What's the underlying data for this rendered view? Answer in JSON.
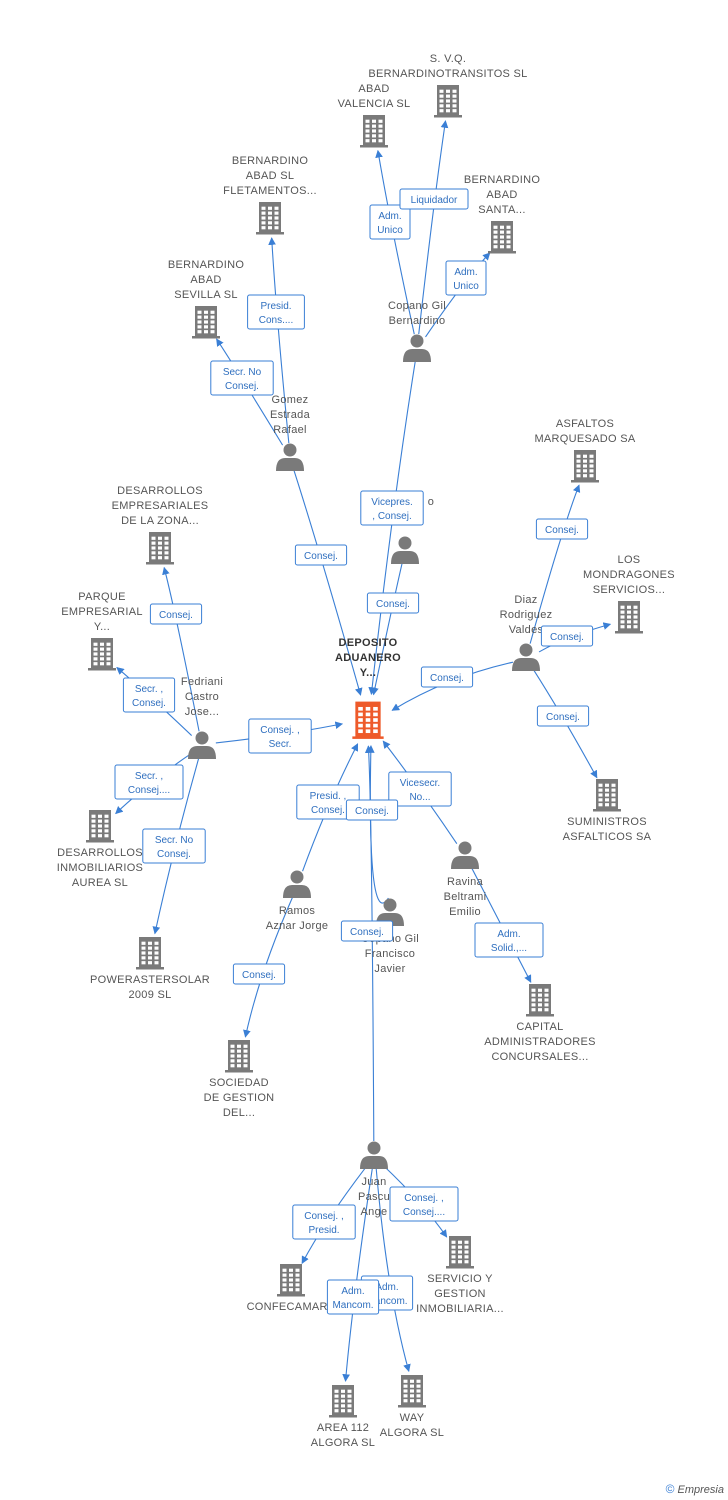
{
  "colors": {
    "edge": "#3a7fd5",
    "node": "#7a7a7a",
    "central": "#ee5a2a"
  },
  "nodes": [
    {
      "id": "central",
      "type": "company",
      "central": true,
      "label": [
        "DEPOSITO",
        "ADUANERO",
        "Y..."
      ]
    },
    {
      "id": "svq",
      "type": "company",
      "label": [
        "S. V.Q.",
        "BERNARDINOTRANSITOS SL"
      ]
    },
    {
      "id": "abadval",
      "type": "company",
      "label": [
        "ABAD",
        "VALENCIA SL"
      ]
    },
    {
      "id": "bflet",
      "type": "company",
      "label": [
        "BERNARDINO",
        "ABAD SL",
        "FLETAMENTOS..."
      ]
    },
    {
      "id": "bsanta",
      "type": "company",
      "label": [
        "BERNARDINO",
        "ABAD",
        "SANTA..."
      ]
    },
    {
      "id": "bsev",
      "type": "company",
      "label": [
        "BERNARDINO",
        "ABAD",
        "SEVILLA SL"
      ]
    },
    {
      "id": "copanogb",
      "type": "person",
      "label": [
        "Copano Gil",
        "Bernardino"
      ]
    },
    {
      "id": "gomez",
      "type": "person",
      "label": [
        "Gomez",
        "Estrada",
        "Rafael"
      ]
    },
    {
      "id": "asfmarq",
      "type": "company",
      "label": [
        "ASFALTOS",
        "MARQUESADO SA"
      ]
    },
    {
      "id": "desarzona",
      "type": "company",
      "label": [
        "DESARROLLOS",
        "EMPRESARIALES",
        "DE LA ZONA..."
      ]
    },
    {
      "id": "persono",
      "type": "person",
      "label": [
        "o"
      ]
    },
    {
      "id": "losmond",
      "type": "company",
      "label": [
        "LOS",
        "MONDRAGONES",
        "SERVICIOS..."
      ]
    },
    {
      "id": "parque",
      "type": "company",
      "label": [
        "PARQUE",
        "EMPRESARIAL",
        "Y..."
      ]
    },
    {
      "id": "diaz",
      "type": "person",
      "label": [
        "Diaz",
        "Rodriguez",
        "Valdes"
      ]
    },
    {
      "id": "fedriani",
      "type": "person",
      "label": [
        "Fedriani",
        "Castro",
        "Jose..."
      ]
    },
    {
      "id": "suministros",
      "type": "company",
      "label": [
        "SUMINISTROS",
        "ASFALTICOS SA"
      ]
    },
    {
      "id": "desaurea",
      "type": "company",
      "label": [
        "DESARROLLOS",
        "INMOBILIARIOS",
        "AUREA SL"
      ]
    },
    {
      "id": "ravina",
      "type": "person",
      "label": [
        "Ravina",
        "Beltrami",
        "Emilio"
      ]
    },
    {
      "id": "ramos",
      "type": "person",
      "label": [
        "Ramos",
        "Aznar Jorge"
      ]
    },
    {
      "id": "copanofj",
      "type": "person",
      "label": [
        "Copano Gil",
        "Francisco",
        "Javier"
      ]
    },
    {
      "id": "power",
      "type": "company",
      "label": [
        "POWERASTERSOLAR",
        "2009 SL"
      ]
    },
    {
      "id": "capital",
      "type": "company",
      "label": [
        "CAPITAL",
        "ADMINISTRADORES",
        "CONCURSALES..."
      ]
    },
    {
      "id": "sociedad",
      "type": "company",
      "label": [
        "SOCIEDAD",
        "DE GESTION",
        "DEL..."
      ]
    },
    {
      "id": "juan",
      "type": "person",
      "label": [
        "Juan",
        "Pascu",
        "Ange"
      ]
    },
    {
      "id": "servicio",
      "type": "company",
      "label": [
        "SERVICIO Y",
        "GESTION",
        "INMOBILIARIA..."
      ]
    },
    {
      "id": "confec",
      "type": "company",
      "label": [
        "CONFECAMARA"
      ]
    },
    {
      "id": "area112",
      "type": "company",
      "label": [
        "AREA 112",
        "ALGORA  SL"
      ]
    },
    {
      "id": "way",
      "type": "company",
      "label": [
        "WAY",
        "ALGORA  SL"
      ]
    }
  ],
  "edges": [
    {
      "from": "copanogb",
      "to": "abadval",
      "label": [
        "Adm.",
        "Unico"
      ]
    },
    {
      "from": "copanogb",
      "to": "svq",
      "label": [
        "Liquidador"
      ]
    },
    {
      "from": "copanogb",
      "to": "bsanta",
      "label": [
        "Adm.",
        "Unico"
      ]
    },
    {
      "from": "gomez",
      "to": "bflet",
      "label": [
        "Presid.",
        "Cons...."
      ]
    },
    {
      "from": "gomez",
      "to": "bsev",
      "label": [
        "Secr.  No",
        "Consej."
      ]
    },
    {
      "from": "gomez",
      "to": "central",
      "label": [
        "Consej."
      ]
    },
    {
      "from": "copanogb",
      "to": "central",
      "label": [
        "Vicepres.",
        ", Consej."
      ]
    },
    {
      "from": "persono",
      "to": "central",
      "label": [
        "Consej."
      ]
    },
    {
      "from": "diaz",
      "to": "asfmarq",
      "label": [
        "Consej."
      ]
    },
    {
      "from": "diaz",
      "to": "losmond",
      "label": [
        "Consej."
      ]
    },
    {
      "from": "diaz",
      "to": "central",
      "label": [
        "Consej."
      ]
    },
    {
      "from": "diaz",
      "to": "suministros",
      "label": [
        "Consej."
      ]
    },
    {
      "from": "fedriani",
      "to": "desarzona",
      "label": [
        "Consej."
      ]
    },
    {
      "from": "fedriani",
      "to": "parque",
      "label": [
        "Secr. ,",
        "Consej."
      ]
    },
    {
      "from": "fedriani",
      "to": "central",
      "label": [
        "Consej. ,",
        "Secr."
      ]
    },
    {
      "from": "fedriani",
      "to": "desaurea",
      "label": [
        "Secr. ,",
        "Consej...."
      ]
    },
    {
      "from": "fedriani",
      "to": "power",
      "label": [
        "Secr.  No",
        "Consej."
      ]
    },
    {
      "from": "ramos",
      "to": "central",
      "label": [
        "Presid. ,",
        "Consej."
      ]
    },
    {
      "from": "ramos",
      "to": "sociedad",
      "label": [
        "Consej."
      ]
    },
    {
      "from": "copanofj",
      "to": "central",
      "label": [
        "Consej."
      ]
    },
    {
      "from": "ravina",
      "to": "central",
      "label": [
        "Vicesecr.",
        "No..."
      ]
    },
    {
      "from": "ravina",
      "to": "capital",
      "label": [
        "Adm.",
        "Solid.,..."
      ]
    },
    {
      "from": "juan",
      "to": "central",
      "label": [
        "Consej."
      ]
    },
    {
      "from": "juan",
      "to": "servicio",
      "label": [
        "Consej. ,",
        "Consej...."
      ]
    },
    {
      "from": "juan",
      "to": "confec",
      "label": [
        "Consej. ,",
        "Presid."
      ]
    },
    {
      "from": "juan",
      "to": "way",
      "label": [
        "Adm.",
        "Mancom."
      ]
    },
    {
      "from": "juan",
      "to": "area112",
      "label": [
        "Adm.",
        "Mancom."
      ]
    }
  ],
  "footer": {
    "copyright": "©",
    "brand": "Empresia"
  }
}
